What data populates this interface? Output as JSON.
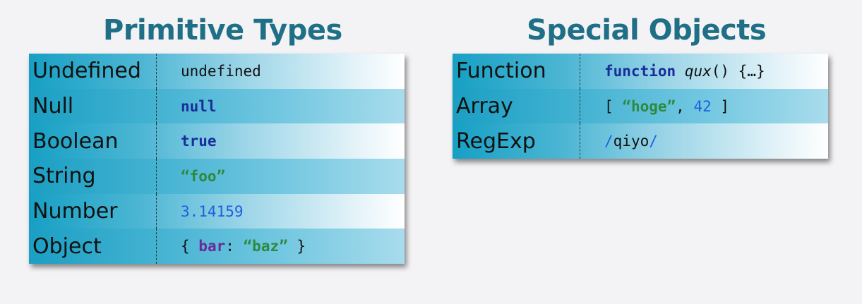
{
  "primitive": {
    "title": "Primitive Types",
    "rows": [
      {
        "name": "Undefined",
        "value": "undefined"
      },
      {
        "name": "Null",
        "value": "null"
      },
      {
        "name": "Boolean",
        "value": "true"
      },
      {
        "name": "String",
        "value": "“foo”"
      },
      {
        "name": "Number",
        "value": "3.14159"
      },
      {
        "name": "Object",
        "open": "{ ",
        "key": "bar",
        "colon": ": ",
        "str": "“baz”",
        "close": " }"
      }
    ]
  },
  "special": {
    "title": "Special Objects",
    "rows": [
      {
        "name": "Function",
        "kw": "function",
        "sp": " ",
        "fname": "qux",
        "rest": "() {…}"
      },
      {
        "name": "Array",
        "open": "[ ",
        "str": "“hoge”",
        "comma": ", ",
        "num": "42",
        "close": " ]"
      },
      {
        "name": "RegExp",
        "slash1": "/",
        "body": "qiyo",
        "slash2": "/"
      }
    ]
  },
  "colors": {
    "title": "#1f6f86",
    "keyword": "#1a2d9a",
    "string": "#2e8a3e",
    "number": "#1f5fe0",
    "property": "#6b2a9a"
  }
}
